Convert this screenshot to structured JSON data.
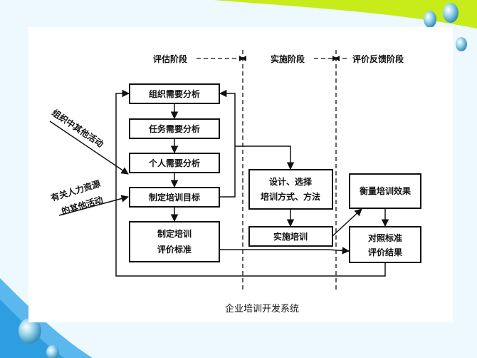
{
  "phases": {
    "assess": "评估阶段",
    "implement": "实施阶段",
    "feedback": "评价反馈阶段"
  },
  "boxes": {
    "org_needs": "组织需要分析",
    "task_needs": "任务需要分析",
    "individual_needs": "个人需要分析",
    "set_goals": "制定培训目标",
    "set_criteria_1": "制定培训",
    "set_criteria_2": "评价标准",
    "design_1": "设计、选择",
    "design_2": "培训方式、方法",
    "conduct": "实施培训",
    "measure": "衡量培训效果",
    "compare_1": "对照标准",
    "compare_2": "评价结果"
  },
  "side_labels": {
    "other_org_activities": "组织中其他活动",
    "hr_activities_1": "有关人力资源",
    "hr_activities_2": "的其他活动"
  },
  "caption": "企业培训开发系统"
}
